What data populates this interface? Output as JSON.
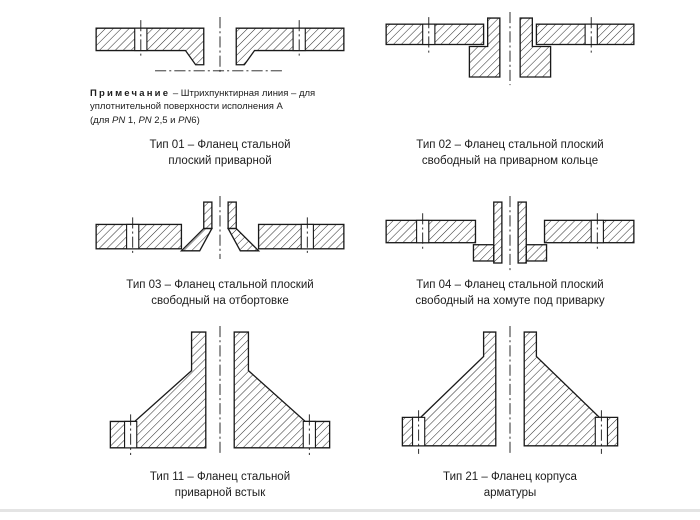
{
  "page": {
    "colors": {
      "ink": "#1a1a1a",
      "paper": "#ffffff"
    }
  },
  "note": {
    "title": "Примечание",
    "line1_rest": "– Штрихпунктирная линия – для",
    "line2": "уплотнительной поверхности исполнения А",
    "line3_parts": {
      "a": "(для ",
      "pn1": "PN",
      "b": " 1, ",
      "pn2": "PN",
      "c": " 2,5 и ",
      "pn3": "PN",
      "d": "6)"
    }
  },
  "figures": [
    {
      "id": "tip-01",
      "caption_line1": "Тип 01 – Фланец стальной",
      "caption_line2": "плоский приварной"
    },
    {
      "id": "tip-02",
      "caption_line1": "Тип 02 – Фланец стальной плоский",
      "caption_line2": "свободный на приварном кольце"
    },
    {
      "id": "tip-03",
      "caption_line1": "Тип 03 – Фланец стальной плоский",
      "caption_line2": "свободный на отбортовке"
    },
    {
      "id": "tip-04",
      "caption_line1": "Тип 04 – Фланец стальной плоский",
      "caption_line2": "свободный на хомуте под приварку"
    },
    {
      "id": "tip-11",
      "caption_line1": "Тип 11 – Фланец стальной",
      "caption_line2": "приварной встык"
    },
    {
      "id": "tip-21",
      "caption_line1": "Тип 21 – Фланец корпуса",
      "caption_line2": "арматуры"
    }
  ]
}
